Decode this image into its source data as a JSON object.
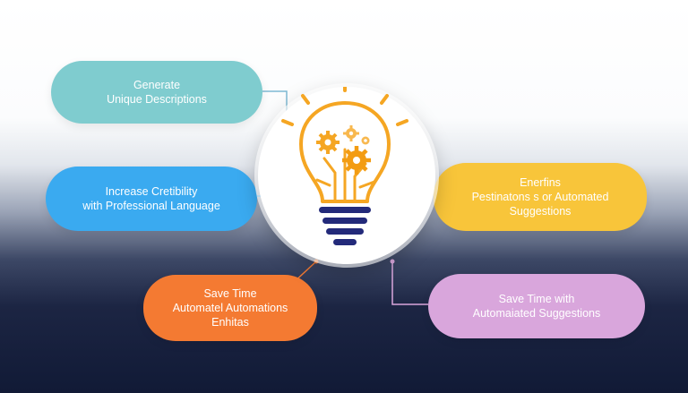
{
  "nodes": {
    "generate": {
      "lines": [
        "Generate",
        "Unique Descriptions"
      ],
      "color": "#7fcccf"
    },
    "credibility": {
      "lines": [
        "Increase Cretibility",
        "with Professional Language"
      ],
      "color": "#3aaaf0"
    },
    "time_a": {
      "lines": [
        "Save Time",
        "Automatel Automations",
        "Enhitas"
      ],
      "color": "#f47a32"
    },
    "enrich": {
      "lines": [
        "Enerfins",
        "Pestinatons s or Automated",
        "Suggestions"
      ],
      "color": "#f8c53a"
    },
    "time_b": {
      "lines": [
        "Save Time with",
        "Automaiated Suggestions"
      ],
      "color": "#d9a6dc"
    }
  },
  "center": {
    "icon": "lightbulb-gears-icon",
    "accent": "#f5a623",
    "base_color": "#232a7a"
  }
}
